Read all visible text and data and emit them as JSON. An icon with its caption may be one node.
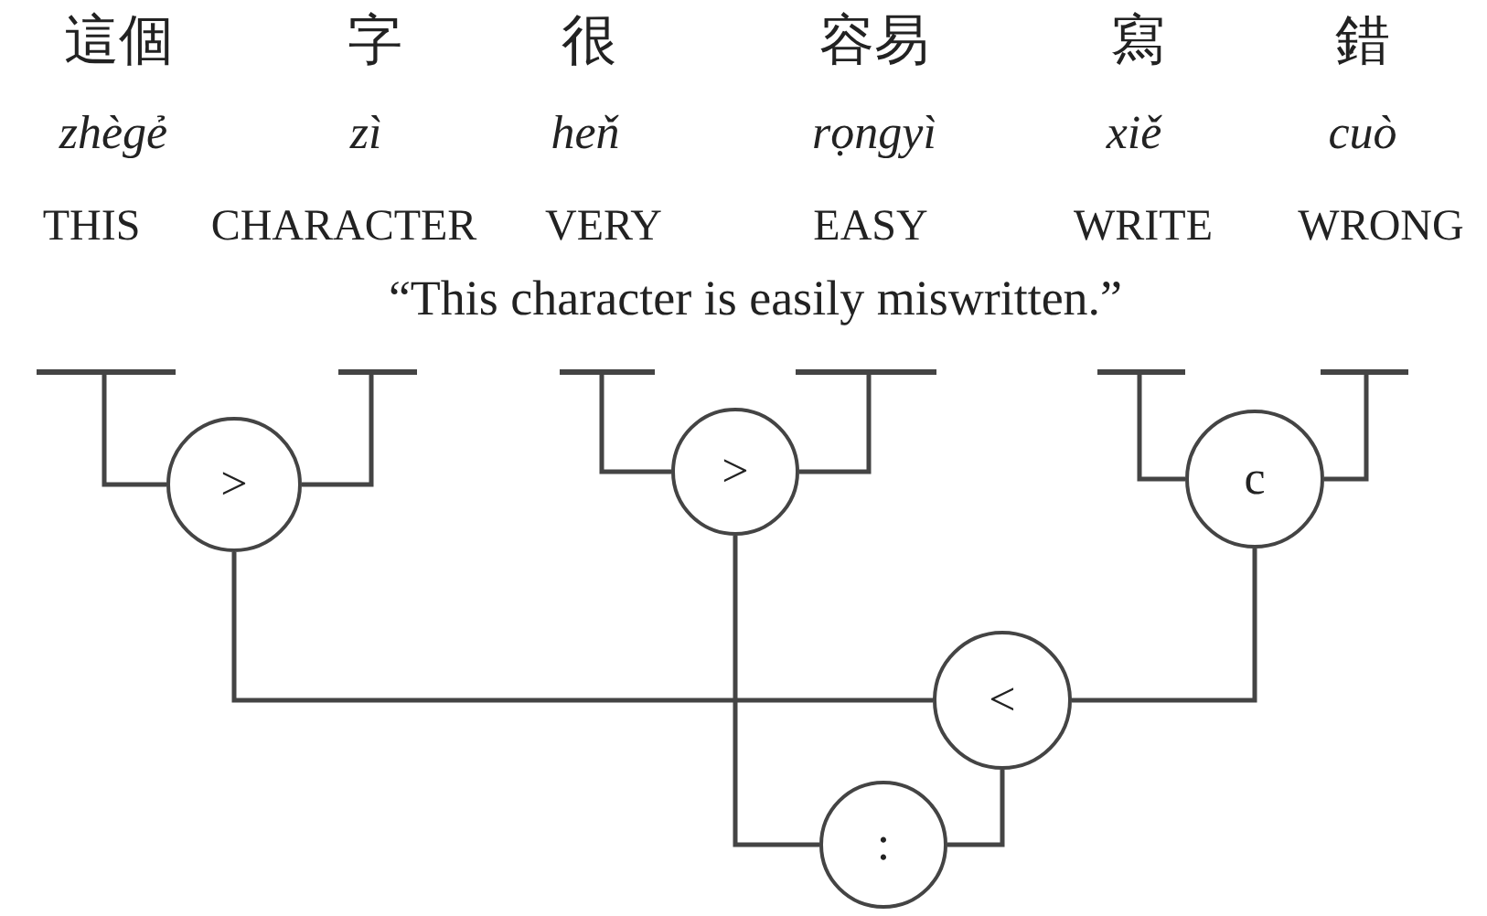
{
  "diagram": {
    "caption": "“This character is easily miswritten.”",
    "nodes": [
      {
        "text": [],
        "shape": "bar"
      },
      {
        "text": [],
        "shape": "bar"
      },
      {
        "text": [],
        "shape": "bar"
      },
      {
        "text": [],
        "shape": "bar"
      },
      {
        "text": [],
        "shape": "bar"
      },
      {
        "text": [],
        "shape": "bar"
      },
      {
        "text": [
          ">"
        ]
      },
      {
        "text": [
          ">"
        ]
      },
      {
        "text": [
          "c"
        ]
      },
      {
        "text": [
          "<"
        ]
      },
      {
        "text": [
          ":"
        ]
      }
    ],
    "edges": [
      {
        "from": 0,
        "to": 6,
        "arrow": "none"
      },
      {
        "from": 1,
        "to": 6,
        "arrow": "none"
      },
      {
        "from": 2,
        "to": 7,
        "arrow": "none"
      },
      {
        "from": 3,
        "to": 7,
        "arrow": "none"
      },
      {
        "from": 4,
        "to": 8,
        "arrow": "none"
      },
      {
        "from": 5,
        "to": 8,
        "arrow": "none"
      },
      {
        "from": 6,
        "to": 9,
        "arrow": "none"
      },
      {
        "from": 8,
        "to": 9,
        "arrow": "none"
      },
      {
        "from": 7,
        "to": 10,
        "arrow": "none"
      },
      {
        "from": 9,
        "to": 10,
        "arrow": "none"
      }
    ],
    "labels": [
      "這個",
      "字",
      "很",
      "容易",
      "寫",
      "錯",
      "zhègẻ",
      "zì",
      "heň",
      "rọngyì",
      "xiě",
      "cuò",
      "THIS",
      "CHARACTER",
      "VERY",
      "EASY",
      "WRITE",
      "WRONG"
    ]
  }
}
